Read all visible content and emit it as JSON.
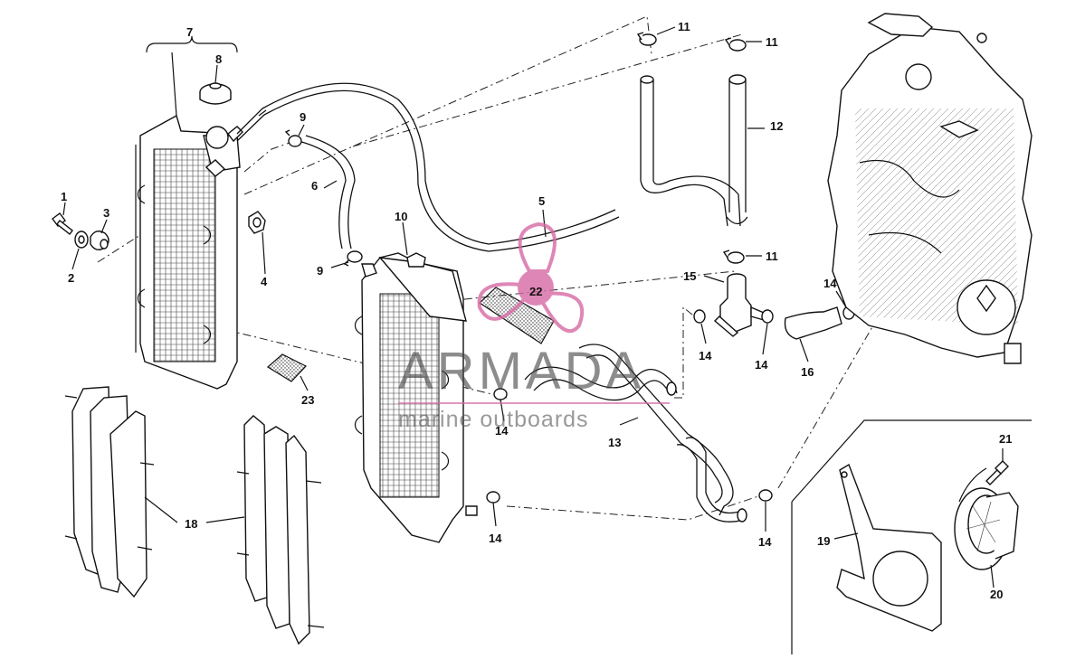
{
  "watermark": {
    "title": "ARMADA",
    "subtitle": "marine outboards",
    "accent_color": "#d66aa4"
  },
  "callouts": [
    "1",
    "2",
    "3",
    "4",
    "5",
    "6",
    "7",
    "8",
    "9",
    "9",
    "10",
    "11",
    "11",
    "11",
    "12",
    "13",
    "14",
    "14",
    "14",
    "14",
    "14",
    "14",
    "15",
    "16",
    "18",
    "19",
    "20",
    "21",
    "22",
    "23"
  ]
}
